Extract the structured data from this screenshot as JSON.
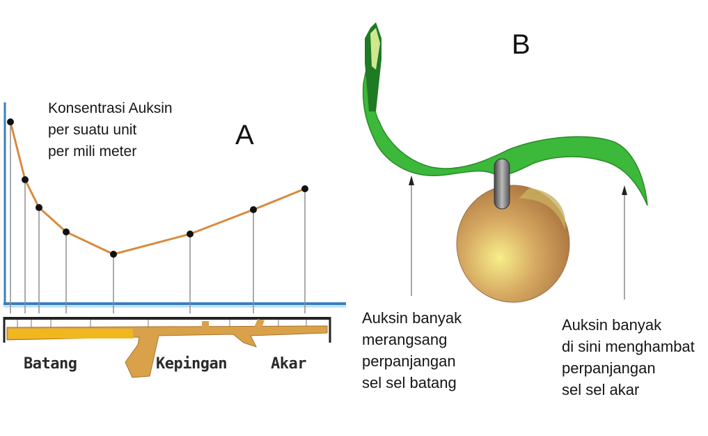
{
  "panel_a": {
    "label": "A",
    "y_axis_label": [
      "Konsentrasi Auksin",
      "per suatu unit",
      "per mili meter"
    ],
    "ruler_labels": [
      "Batang",
      "Kepingan",
      "Akar"
    ]
  },
  "panel_b": {
    "label": "B",
    "note_left": [
      "Auksin banyak",
      "merangsang",
      "perpanjangan",
      "sel sel batang"
    ],
    "note_right": [
      "Auksin banyak",
      "di sini menghambat",
      "perpanjangan",
      "sel sel akar"
    ]
  },
  "colors": {
    "axis": "#3a7fc0",
    "curve": "#d98a3e",
    "point": "#111111",
    "stem_green": "#3cb83a",
    "stem_dark": "#1f7a24",
    "seed": "#c99a5a",
    "root_ruler": "#d9a24a",
    "stem_ruler": "#f0b81c"
  },
  "chart_data": {
    "type": "line",
    "title": "Konsentrasi Auksin per suatu unit per mili meter",
    "xlabel": "Batang — Kepingan — Akar (position along plant)",
    "ylabel": "Konsentrasi Auksin",
    "x": [
      15,
      36,
      56,
      95,
      163,
      273,
      364,
      438
    ],
    "values": [
      90,
      60,
      47,
      35,
      25,
      34,
      47,
      57
    ],
    "ylim": [
      0,
      100
    ],
    "grid": false,
    "legend": null,
    "annotations": [
      "Batang",
      "Kepingan",
      "Akar"
    ]
  }
}
